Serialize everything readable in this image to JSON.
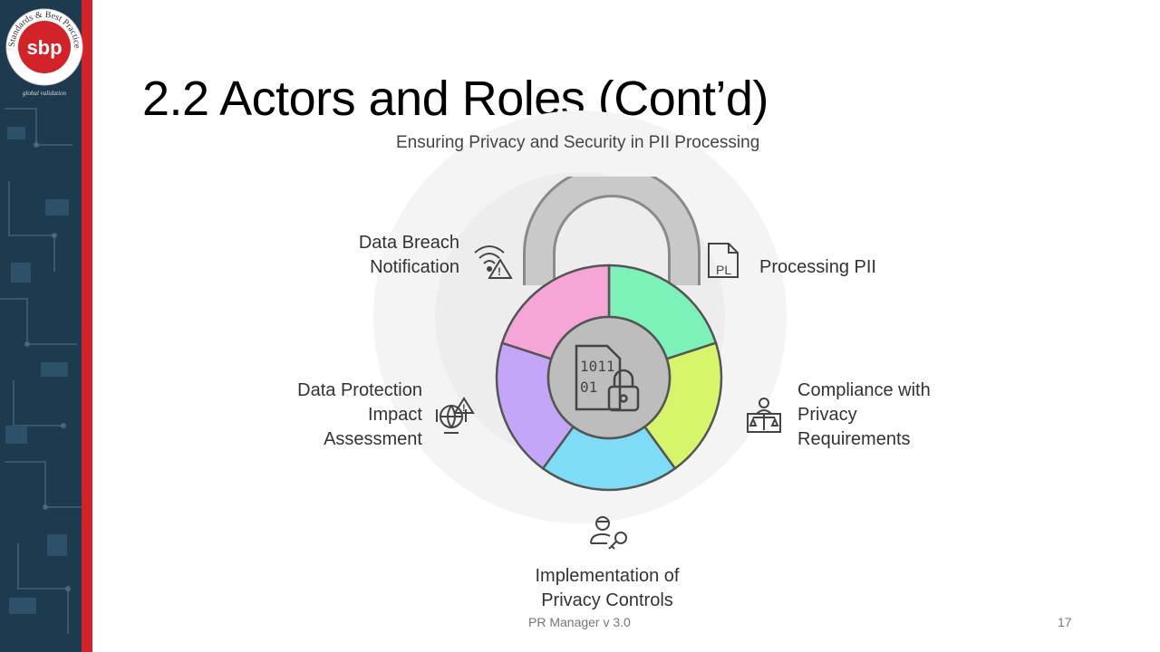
{
  "slide": {
    "title": "2.2 Actors and Roles (Cont’d)",
    "diagram_title": "Ensuring Privacy and Security in PII Processing",
    "footer_left": "PR Manager v 3.0",
    "page_number": "17"
  },
  "logo": {
    "ring_text": "Standards & Best Practice",
    "brand": "sbp",
    "tagline": "global validation"
  },
  "segments": [
    {
      "label": "Processing PII",
      "color": "#7df2b8",
      "icon": "document-pii-icon"
    },
    {
      "label": "Compliance with Privacy Requirements",
      "color": "#d7f56b",
      "icon": "scales-person-icon"
    },
    {
      "label": "Implementation of Privacy Controls",
      "color": "#7fdcf7",
      "icon": "person-key-icon"
    },
    {
      "label": "Data Protection Impact Assessment",
      "color": "#c3a6f7",
      "icon": "globe-warning-icon"
    },
    {
      "label": "Data Breach Notification",
      "color": "#f5a5d6",
      "icon": "wifi-warning-icon"
    }
  ],
  "labels": {
    "processing_pii": "Processing PII",
    "compliance_1": "Compliance with",
    "compliance_2": "Privacy",
    "compliance_3": "Requirements",
    "implementation_1": "Implementation of",
    "implementation_2": "Privacy Controls",
    "dpia_1": "Data Protection",
    "dpia_2": "Impact",
    "dpia_3": "Assessment",
    "breach_1": "Data Breach",
    "breach_2": "Notification",
    "center_digits_1": "1011",
    "center_digits_2": "01"
  },
  "colors": {
    "accent_red": "#d2232a",
    "sidebar_blue": "#1f3a4d",
    "lock_gray": "#c9c9c9"
  }
}
